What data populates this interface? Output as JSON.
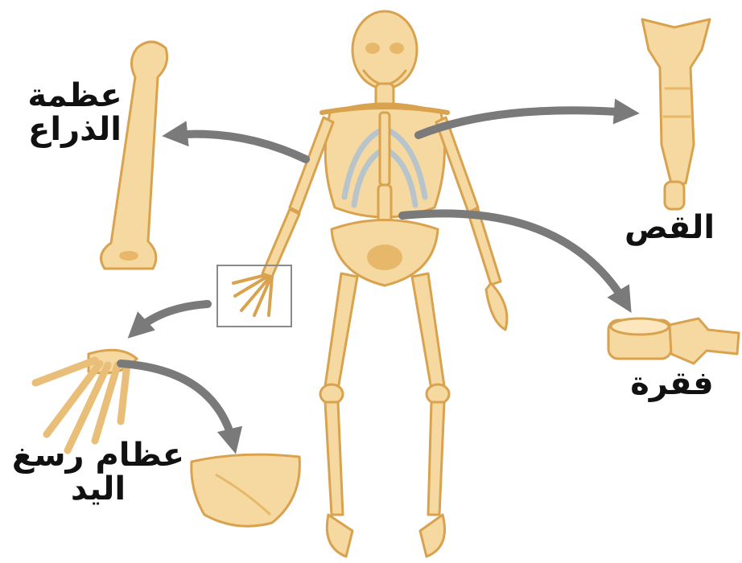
{
  "labels": {
    "arm_bone": "عظمة\nالذراع",
    "sternum": "القص",
    "vertebra": "فقرة",
    "wrist_bones": "عظام رسغ\nاليد"
  },
  "colors": {
    "bone_fill": "#F6D9A0",
    "bone_stroke": "#D9A24E",
    "bone_shadow": "#E8B86A",
    "ribs": "#B8C4CC",
    "arrow": "#7A7A7A",
    "label_text": "#111111",
    "zoom_box": "#8A8A8A"
  }
}
